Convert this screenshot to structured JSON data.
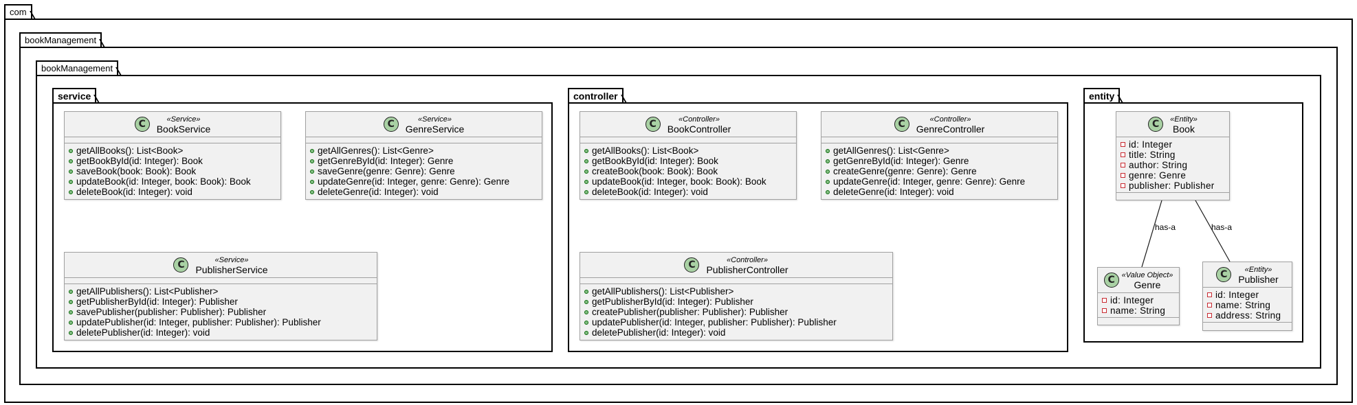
{
  "packages": {
    "root": "com",
    "level1": "bookManagement",
    "level2": "bookManagement",
    "service": "service",
    "controller": "controller",
    "entity": "entity"
  },
  "classes": {
    "book_service": {
      "stereotype": "«Service»",
      "name": "BookService",
      "methods": [
        "getAllBooks(): List<Book>",
        "getBookById(id: Integer): Book",
        "saveBook(book: Book): Book",
        "updateBook(id: Integer, book: Book): Book",
        "deleteBook(id: Integer): void"
      ]
    },
    "genre_service": {
      "stereotype": "«Service»",
      "name": "GenreService",
      "methods": [
        "getAllGenres(): List<Genre>",
        "getGenreById(id: Integer): Genre",
        "saveGenre(genre: Genre): Genre",
        "updateGenre(id: Integer, genre: Genre): Genre",
        "deleteGenre(id: Integer): void"
      ]
    },
    "publisher_service": {
      "stereotype": "«Service»",
      "name": "PublisherService",
      "methods": [
        "getAllPublishers(): List<Publisher>",
        "getPublisherById(id: Integer): Publisher",
        "savePublisher(publisher: Publisher): Publisher",
        "updatePublisher(id: Integer, publisher: Publisher): Publisher",
        "deletePublisher(id: Integer): void"
      ]
    },
    "book_controller": {
      "stereotype": "«Controller»",
      "name": "BookController",
      "methods": [
        "getAllBooks(): List<Book>",
        "getBookById(id: Integer): Book",
        "createBook(book: Book): Book",
        "updateBook(id: Integer, book: Book): Book",
        "deleteBook(id: Integer): void"
      ]
    },
    "genre_controller": {
      "stereotype": "«Controller»",
      "name": "GenreController",
      "methods": [
        "getAllGenres(): List<Genre>",
        "getGenreById(id: Integer): Genre",
        "createGenre(genre: Genre): Genre",
        "updateGenre(id: Integer, genre: Genre): Genre",
        "deleteGenre(id: Integer): void"
      ]
    },
    "publisher_controller": {
      "stereotype": "«Controller»",
      "name": "PublisherController",
      "methods": [
        "getAllPublishers(): List<Publisher>",
        "getPublisherById(id: Integer): Publisher",
        "createPublisher(publisher: Publisher): Publisher",
        "updatePublisher(id: Integer, publisher: Publisher): Publisher",
        "deletePublisher(id: Integer): void"
      ]
    },
    "book": {
      "stereotype": "«Entity»",
      "name": "Book",
      "fields": [
        "id: Integer",
        "title: String",
        "author: String",
        "genre: Genre",
        "publisher: Publisher"
      ]
    },
    "genre": {
      "stereotype": "«Value Object»",
      "name": "Genre",
      "fields": [
        "id: Integer",
        "name: String"
      ]
    },
    "publisher": {
      "stereotype": "«Entity»",
      "name": "Publisher",
      "fields": [
        "id: Integer",
        "name: String",
        "address: String"
      ]
    }
  },
  "class_icon_letter": "C",
  "relations": [
    {
      "from": "Book",
      "to": "Genre",
      "label": "has-a"
    },
    {
      "from": "Book",
      "to": "Publisher",
      "label": "has-a"
    }
  ],
  "colors": {
    "class_fill": "#f1f1f1",
    "class_border": "#a0a0a0",
    "class_icon": "#a9d1a4",
    "public_method_dot": "#84be84",
    "private_field_marker": "#c82930"
  }
}
